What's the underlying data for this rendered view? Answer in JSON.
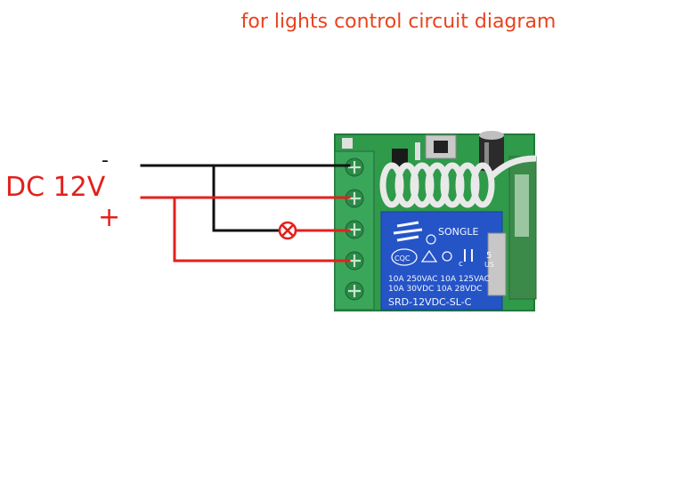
{
  "title": "for lights control circuit diagram",
  "power": {
    "label": "DC 12V",
    "negative_symbol": "-",
    "positive_symbol": "+"
  },
  "relay": {
    "brand": "SONGLE",
    "mark_number": "5",
    "mark_us": "US",
    "cqc": "CQC",
    "mark_c": "c",
    "rating_line_1": "10A 250VAC  10A 125VAC",
    "rating_line_2": "10A 30VDC  10A 28VDC",
    "model": "SRD-12VDC-SL-C"
  },
  "colors": {
    "title": "#e8431f",
    "positive_wire": "#e2211c",
    "negative_wire": "#111111",
    "terminal_block": "#3aa65a",
    "pcb": "#2f9a4a",
    "relay": "#2554c7"
  },
  "components": [
    "lamp-icon",
    "relay-module",
    "terminal-block",
    "antenna-coil",
    "capacitor",
    "push-button"
  ]
}
